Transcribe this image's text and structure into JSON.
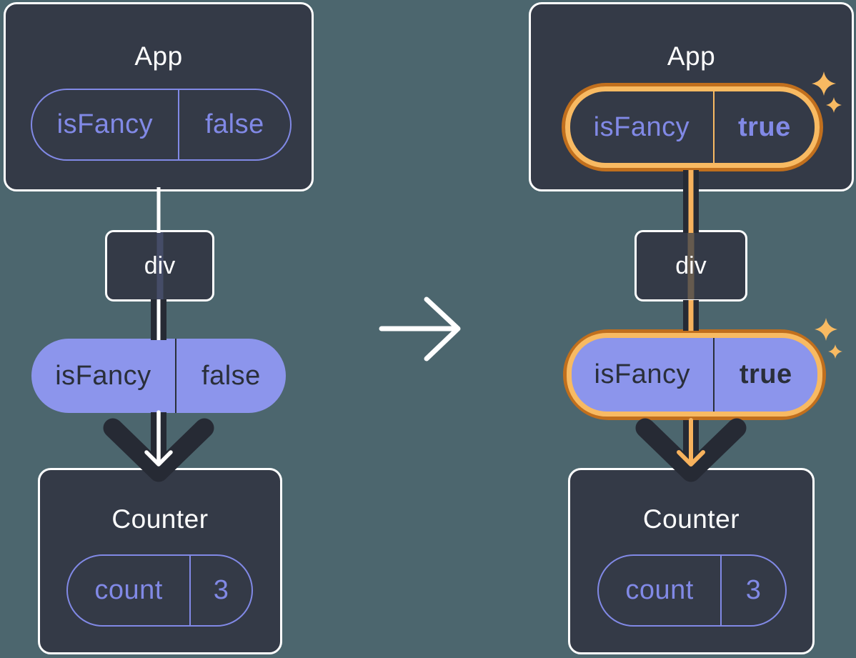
{
  "diagram": {
    "before": {
      "app_title": "App",
      "app_state_key": "isFancy",
      "app_state_value": "false",
      "element_label": "div",
      "prop_key": "isFancy",
      "prop_value": "false",
      "counter_title": "Counter",
      "counter_state_key": "count",
      "counter_state_value": "3"
    },
    "after": {
      "app_title": "App",
      "app_state_key": "isFancy",
      "app_state_value": "true",
      "element_label": "div",
      "prop_key": "isFancy",
      "prop_value": "true",
      "counter_title": "Counter",
      "counter_state_key": "count",
      "counter_state_value": "3"
    }
  },
  "icons": {
    "transition": "arrow-right-icon",
    "prop_flow": "arrow-down-icon",
    "highlight": "sparkle-icon"
  },
  "colors": {
    "bg": "#4C666E",
    "panel": "#343A47",
    "panel_border": "#FFFFFF",
    "title_text": "#FFFFFF",
    "purple": "#8189E6",
    "purple_fill": "#8C95EC",
    "ink": "#2A2F3A",
    "line_dark": "#262A34",
    "orange_dark": "#C16F1D",
    "orange_light": "#F8BA62",
    "orange_arrow": "#F7B25D"
  }
}
